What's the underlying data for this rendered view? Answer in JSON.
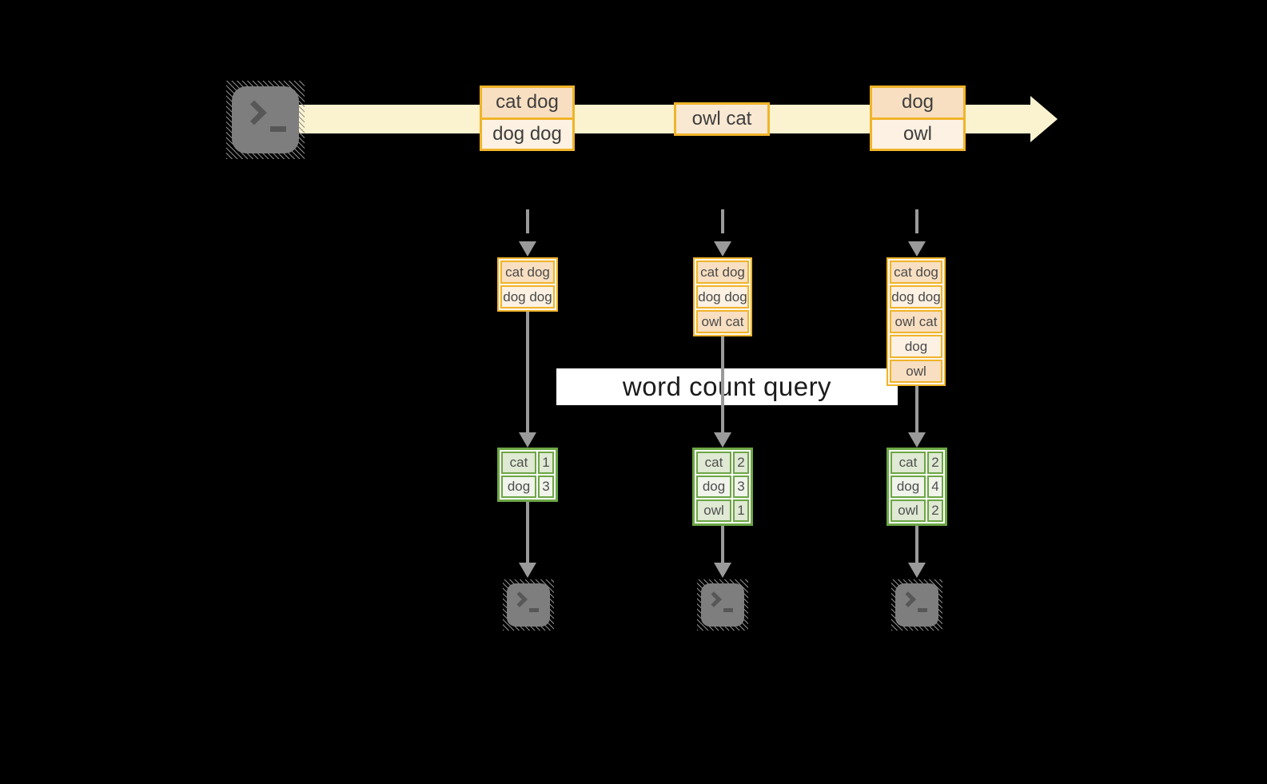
{
  "background": "#000000",
  "palette": {
    "orange_border": "#F0B42A",
    "peach_fill": "#F8DFC1",
    "cream_fill": "#FCF1E2",
    "light_peach_fill": "#F9E8D2",
    "stream_yellow": "#FBF3CF",
    "green_border": "#6CA645",
    "green_cell": "#DFE9D3",
    "green_cell_light": "#F0F4EB",
    "arrow_gray": "#9A9A9A",
    "terminal_gray": "#7E7E7E",
    "text_dark": "#3E3E3E"
  },
  "query_label": "word count query",
  "stream": {
    "source_icon": "terminal-icon",
    "batches": [
      {
        "rows": [
          "cat dog",
          "dog dog"
        ]
      },
      {
        "rows": [
          "owl cat"
        ]
      },
      {
        "rows": [
          "dog",
          "owl"
        ]
      }
    ]
  },
  "columns": [
    {
      "state_rows": [
        "cat dog",
        "dog dog"
      ],
      "counts": [
        {
          "word": "cat",
          "count": "1"
        },
        {
          "word": "dog",
          "count": "3"
        }
      ],
      "sink_icon": "terminal-icon"
    },
    {
      "state_rows": [
        "cat dog",
        "dog dog",
        "owl cat"
      ],
      "counts": [
        {
          "word": "cat",
          "count": "2"
        },
        {
          "word": "dog",
          "count": "3"
        },
        {
          "word": "owl",
          "count": "1"
        }
      ],
      "sink_icon": "terminal-icon"
    },
    {
      "state_rows": [
        "cat dog",
        "dog dog",
        "owl cat",
        "dog",
        "owl"
      ],
      "counts": [
        {
          "word": "cat",
          "count": "2"
        },
        {
          "word": "dog",
          "count": "4"
        },
        {
          "word": "owl",
          "count": "2"
        }
      ],
      "sink_icon": "terminal-icon"
    }
  ]
}
